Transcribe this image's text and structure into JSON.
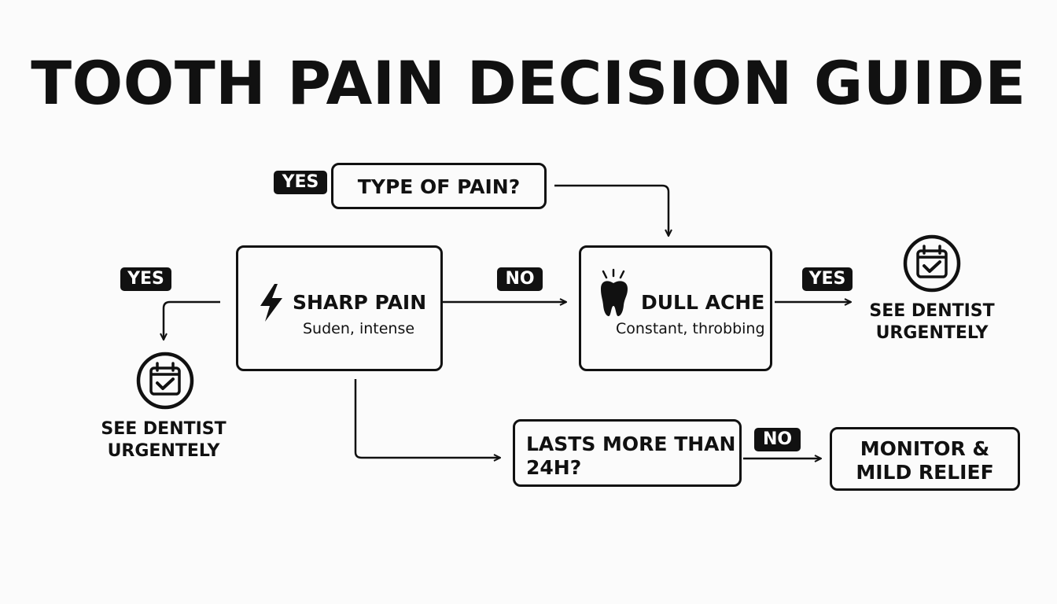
{
  "title": "TOOTH PAIN DECISION GUIDE",
  "nodes": {
    "type_of_pain": {
      "label": "TYPE OF PAIN?"
    },
    "sharp_pain": {
      "label": "SHARP PAIN",
      "sub": "Suden, intense",
      "icon": "lightning-bolt-icon"
    },
    "dull_ache": {
      "label": "DULL ACHE",
      "sub": "Constant, throbbing",
      "icon": "tooth-icon"
    },
    "lasts_24h": {
      "line1": "LASTS MORE THAN",
      "line2": "24H?"
    },
    "monitor": {
      "line1": "MONITOR &",
      "line2": "MILD RELIEF"
    },
    "dentist_right": {
      "line1": "SEE DENTIST",
      "line2": "URGENTELY",
      "icon": "calendar-check-icon"
    },
    "dentist_left": {
      "line1": "SEE DENTIST",
      "line2": "URGENTELY",
      "icon": "calendar-check-icon"
    }
  },
  "edge_labels": {
    "top_yes": "YES",
    "left_yes": "YES",
    "middle_no": "NO",
    "right_yes": "YES",
    "bottom_no": "NO"
  },
  "colors": {
    "ink": "#111111",
    "background": "#fbfbfb",
    "badge_text": "#ffffff"
  }
}
